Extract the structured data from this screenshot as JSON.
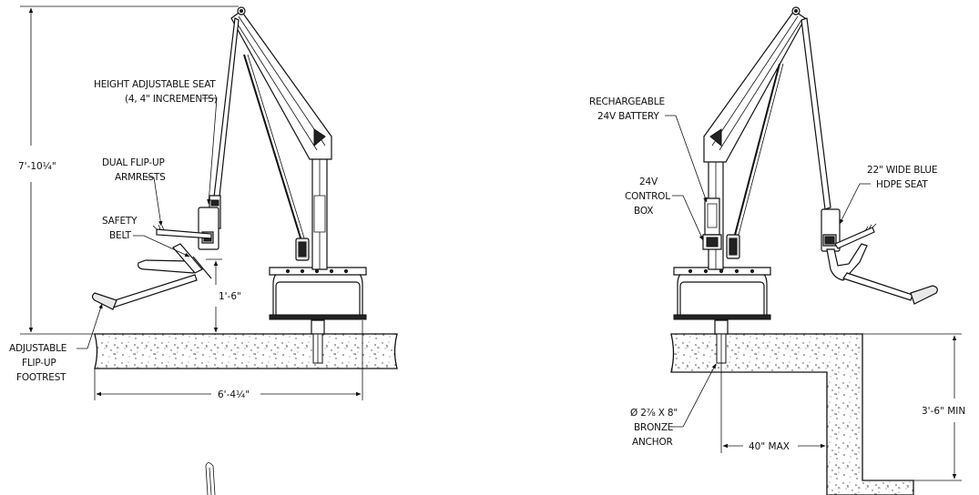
{
  "left_view": {
    "height_dim": "7'-10¼\"",
    "seat_height_label_line1": "HEIGHT ADJUSTABLE SEAT",
    "seat_height_label_line2": "(4, 4\" INCREMENTS)",
    "armrests_line1": "DUAL FLIP-UP",
    "armrests_line2": "ARMRESTS",
    "belt_line1": "SAFETY",
    "belt_line2": "BELT",
    "seat_rise_dim": "1'-6\"",
    "footrest_line1": "ADJUSTABLE",
    "footrest_line2": "FLIP-UP",
    "footrest_line3": "FOOTREST",
    "reach_dim": "6'-4¼\""
  },
  "right_view": {
    "battery_line1": "RECHARGEABLE",
    "battery_line2": "24V BATTERY",
    "control_line1": "24V",
    "control_line2": "CONTROL",
    "control_line3": "BOX",
    "seat_line1": "22\" WIDE BLUE",
    "seat_line2": "HDPE SEAT",
    "anchor_line1": "Ø 2⅞ X 8\"",
    "anchor_line2": "BRONZE",
    "anchor_line3": "ANCHOR",
    "setback_dim": "40\" MAX",
    "depth_dim": "3'-6\" MIN"
  }
}
